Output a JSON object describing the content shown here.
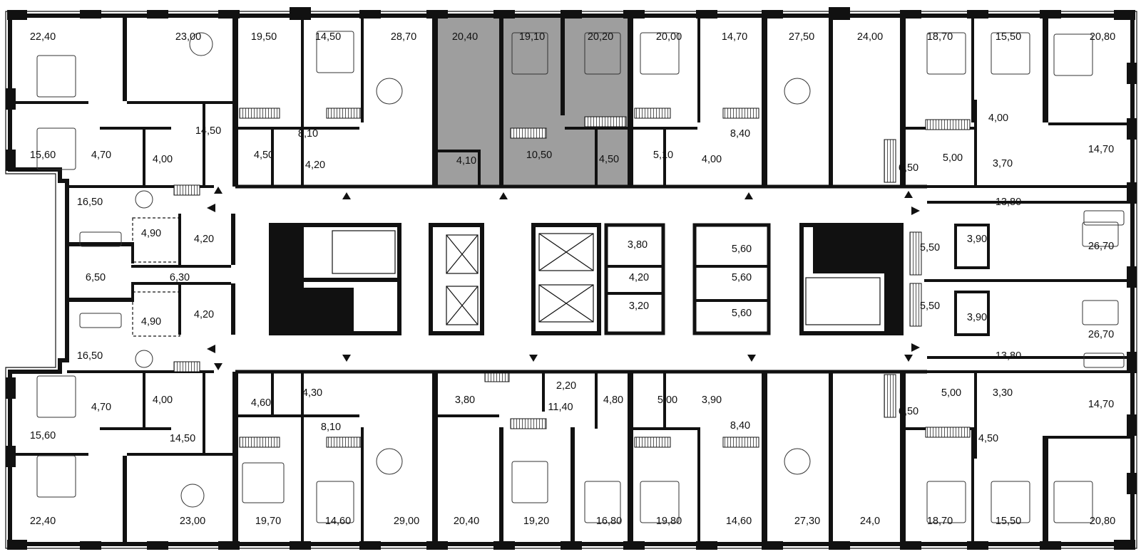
{
  "highlight_color": "#9e9e9e",
  "wall_color": "#111111",
  "icons": [
    "arrow-up-icon",
    "arrow-down-icon",
    "arrow-left-icon",
    "arrow-right-icon"
  ],
  "rooms": [
    {
      "id": "r1",
      "area": "22,40"
    },
    {
      "id": "r2",
      "area": "23,00"
    },
    {
      "id": "r3",
      "area": "19,50"
    },
    {
      "id": "r4",
      "area": "14,50"
    },
    {
      "id": "r5",
      "area": "28,70"
    },
    {
      "id": "r6",
      "area": "20,40"
    },
    {
      "id": "r7",
      "area": "19,10"
    },
    {
      "id": "r8",
      "area": "20,20"
    },
    {
      "id": "r9",
      "area": "20,00"
    },
    {
      "id": "r10",
      "area": "14,70"
    },
    {
      "id": "r11",
      "area": "27,50"
    },
    {
      "id": "r12",
      "area": "24,00"
    },
    {
      "id": "r13",
      "area": "18,70"
    },
    {
      "id": "r14",
      "area": "15,50"
    },
    {
      "id": "r15",
      "area": "20,80"
    },
    {
      "id": "r16",
      "area": "14,50"
    },
    {
      "id": "r17",
      "area": "8,10"
    },
    {
      "id": "r18",
      "area": "8,40"
    },
    {
      "id": "r19",
      "area": "4,00"
    },
    {
      "id": "r20",
      "area": "15,60"
    },
    {
      "id": "r21",
      "area": "4,70"
    },
    {
      "id": "r22",
      "area": "4,00"
    },
    {
      "id": "r23",
      "area": "4,50"
    },
    {
      "id": "r24",
      "area": "4,20"
    },
    {
      "id": "r25",
      "area": "4,10"
    },
    {
      "id": "r26",
      "area": "10,50"
    },
    {
      "id": "r27",
      "area": "4,50"
    },
    {
      "id": "r28",
      "area": "5,10"
    },
    {
      "id": "r29",
      "area": "4,00"
    },
    {
      "id": "r30",
      "area": "6,50"
    },
    {
      "id": "r31",
      "area": "5,00"
    },
    {
      "id": "r32",
      "area": "3,70"
    },
    {
      "id": "r33",
      "area": "14,70"
    },
    {
      "id": "r34",
      "area": "16,50"
    },
    {
      "id": "r35",
      "area": "13,80"
    },
    {
      "id": "r36",
      "area": "4,90"
    },
    {
      "id": "r37",
      "area": "4,20"
    },
    {
      "id": "r38",
      "area": "3,80"
    },
    {
      "id": "r39",
      "area": "5,60"
    },
    {
      "id": "r40",
      "area": "5,50"
    },
    {
      "id": "r41",
      "area": "3,90"
    },
    {
      "id": "r42",
      "area": "26,70"
    },
    {
      "id": "r43",
      "area": "6,50"
    },
    {
      "id": "r44",
      "area": "6,30"
    },
    {
      "id": "r45",
      "area": "4,20"
    },
    {
      "id": "r46",
      "area": "5,60"
    },
    {
      "id": "r47",
      "area": "4,90"
    },
    {
      "id": "r48",
      "area": "4,20"
    },
    {
      "id": "r49",
      "area": "3,20"
    },
    {
      "id": "r50",
      "area": "5,60"
    },
    {
      "id": "r51",
      "area": "5,50"
    },
    {
      "id": "r52",
      "area": "3,90"
    },
    {
      "id": "r53",
      "area": "26,70"
    },
    {
      "id": "r54",
      "area": "16,50"
    },
    {
      "id": "r55",
      "area": "13,80"
    },
    {
      "id": "r56",
      "area": "4,70"
    },
    {
      "id": "r57",
      "area": "4,00"
    },
    {
      "id": "r58",
      "area": "4,60"
    },
    {
      "id": "r59",
      "area": "4,30"
    },
    {
      "id": "r60",
      "area": "3,80"
    },
    {
      "id": "r61",
      "area": "2,20"
    },
    {
      "id": "r62",
      "area": "4,80"
    },
    {
      "id": "r63",
      "area": "5,00"
    },
    {
      "id": "r64",
      "area": "3,90"
    },
    {
      "id": "r65",
      "area": "5,00"
    },
    {
      "id": "r66",
      "area": "3,30"
    },
    {
      "id": "r67",
      "area": "14,70"
    },
    {
      "id": "r68",
      "area": "15,60"
    },
    {
      "id": "r69",
      "area": "14,50"
    },
    {
      "id": "r70",
      "area": "8,10"
    },
    {
      "id": "r71",
      "area": "11,40"
    },
    {
      "id": "r72",
      "area": "8,40"
    },
    {
      "id": "r73",
      "area": "6,50"
    },
    {
      "id": "r74",
      "area": "4,50"
    },
    {
      "id": "r75",
      "area": "22,40"
    },
    {
      "id": "r76",
      "area": "23,00"
    },
    {
      "id": "r77",
      "area": "19,70"
    },
    {
      "id": "r78",
      "area": "14,60"
    },
    {
      "id": "r79",
      "area": "29,00"
    },
    {
      "id": "r80",
      "area": "20,40"
    },
    {
      "id": "r81",
      "area": "19,20"
    },
    {
      "id": "r82",
      "area": "16,80"
    },
    {
      "id": "r83",
      "area": "19,80"
    },
    {
      "id": "r84",
      "area": "14,60"
    },
    {
      "id": "r85",
      "area": "27,30"
    },
    {
      "id": "r86",
      "area": "24,0"
    },
    {
      "id": "r87",
      "area": "18,70"
    },
    {
      "id": "r88",
      "area": "15,50"
    },
    {
      "id": "r89",
      "area": "20,80"
    }
  ]
}
